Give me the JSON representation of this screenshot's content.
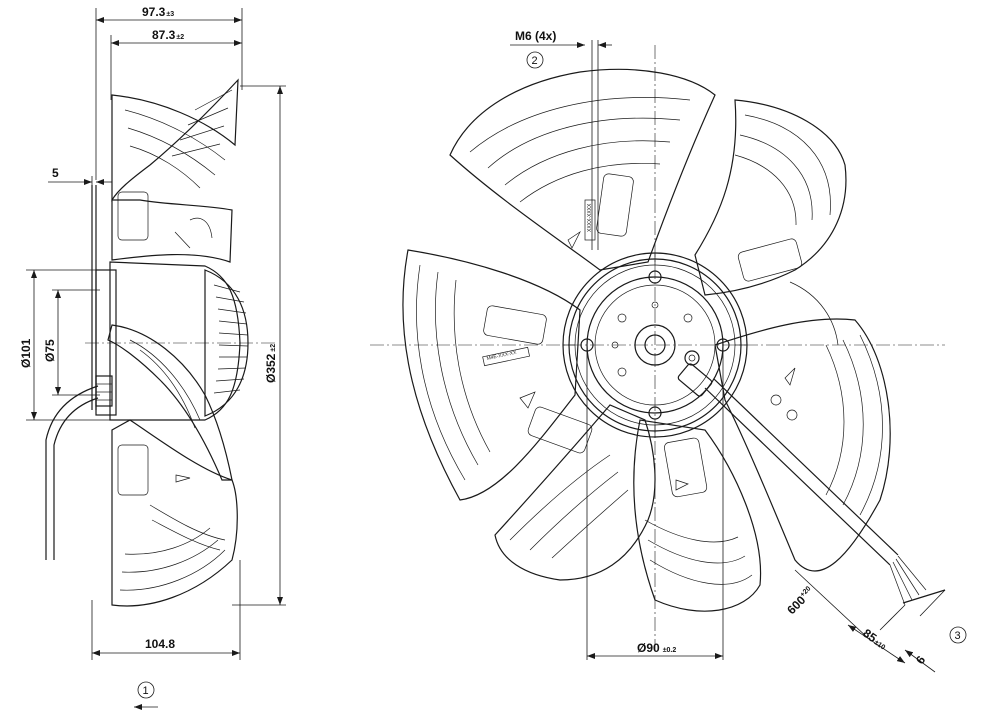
{
  "dimensions": {
    "overall_depth": {
      "value": "97.3",
      "tolerance": "±3"
    },
    "rotor_depth": {
      "value": "87.3",
      "tolerance": "±2"
    },
    "flange_offset": {
      "value": "5"
    },
    "diameter_101": {
      "value": "Ø101"
    },
    "diameter_75": {
      "value": "Ø75"
    },
    "diameter_352": {
      "value": "Ø352",
      "tolerance": "±2"
    },
    "base_width": {
      "value": "104.8"
    },
    "thread": {
      "value": "M6 (4x)"
    },
    "hub_diameter": {
      "value": "Ø90",
      "tolerance": "±0.2"
    },
    "cable_length": {
      "value": "600",
      "tolerance": "+20"
    },
    "strip_length": {
      "value": "85",
      "tolerance": "±10"
    },
    "wire_strip": {
      "value": "6"
    }
  },
  "callouts": {
    "airflow": "1",
    "thread": "2",
    "cable": "3"
  },
  "hub_markings": {
    "label_a": "XXXX-XXXX",
    "label_b": "M4E-XXX-XX"
  }
}
